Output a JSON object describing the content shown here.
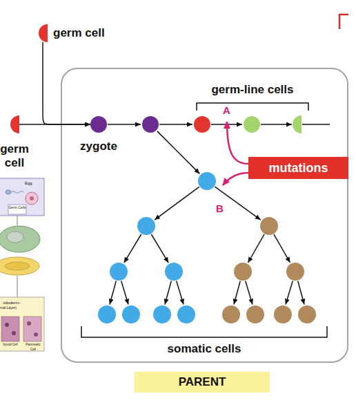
{
  "diagram": {
    "nodes": [
      {
        "text": [
          "germ cell"
        ]
      },
      {
        "text": [
          "germ cell"
        ]
      },
      {
        "text": [
          "PARENT"
        ]
      },
      {
        "text": [
          "zygote"
        ],
        "in": 2
      },
      {
        "text": [
          "mutations"
        ],
        "in": 2
      }
    ],
    "edges": [
      {
        "from": 0,
        "to": 3,
        "arrow": "to"
      },
      {
        "from": 1,
        "to": 3,
        "arrow": "to"
      }
    ],
    "labels": [
      "germ-line cells",
      "A",
      "B",
      "somatic cells",
      "Egg",
      "Germ Cells",
      "ndoderm-",
      "rnal Layer)",
      "hyroid Cell",
      "Pancreatic Cell"
    ]
  }
}
